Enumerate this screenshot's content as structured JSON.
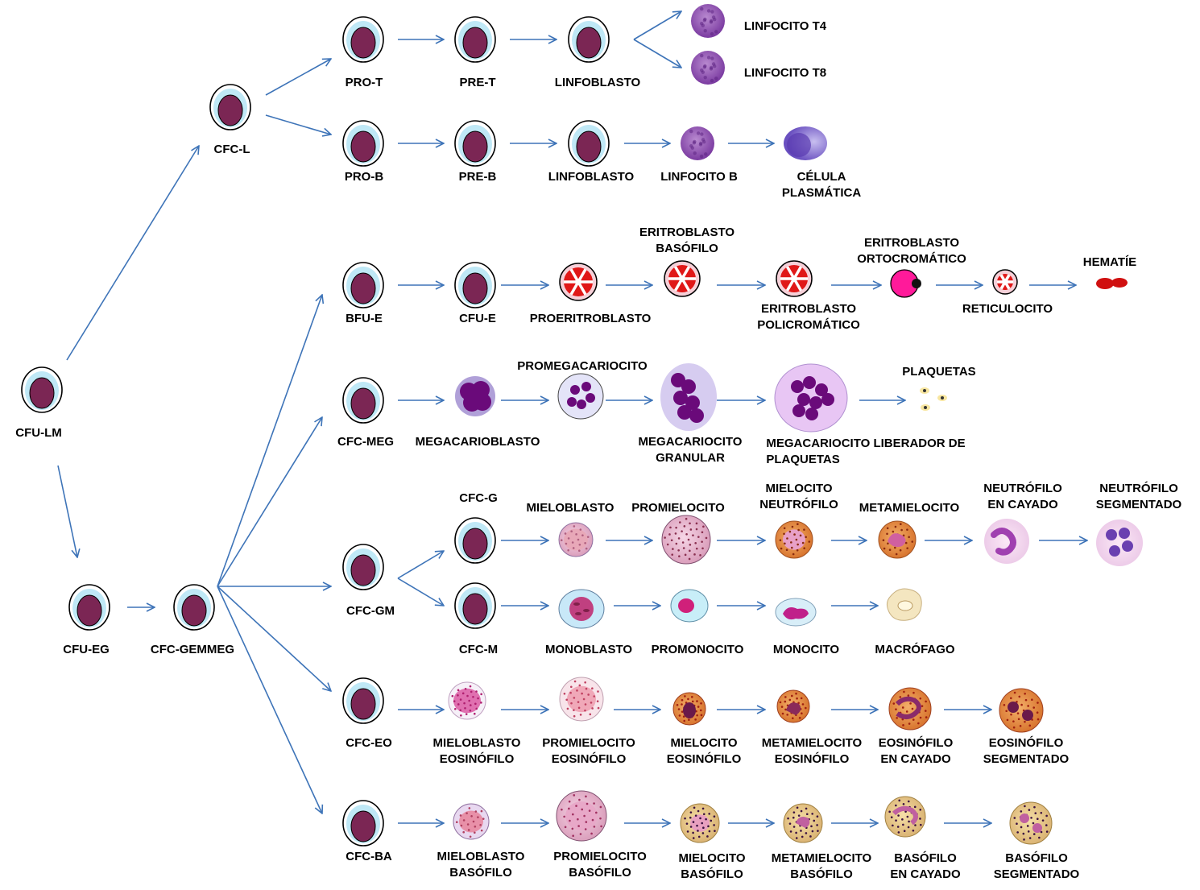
{
  "colors": {
    "arrow": "#3e74b8",
    "stem_outline": "#000000",
    "stem_halo": "#bfe8f6",
    "stem_nucleus": "#7b2654",
    "erythro_red": "#e01818",
    "hematie": "#d01010",
    "mega_purple": "#6a0a7a"
  },
  "nodes": {
    "cfu_lm": "CFU-LM",
    "cfc_l": "CFC-L",
    "cfu_eg": "CFU-EG",
    "cfc_gemmeg": "CFC-GEMMEG",
    "pro_t": "PRO-T",
    "pre_t": "PRE-T",
    "linfoblasto_t": "LINFOBLASTO",
    "linfocito_t4": "LINFOCITO T4",
    "linfocito_t8": "LINFOCITO T8",
    "pro_b": "PRO-B",
    "pre_b": "PRE-B",
    "linfoblasto_b": "LINFOBLASTO",
    "linfocito_b": "LINFOCITO B",
    "celula_plasmatica": [
      "CÉLULA",
      "PLASMÁTICA"
    ],
    "bfu_e": "BFU-E",
    "cfu_e": "CFU-E",
    "proeritroblasto": "PROERITROBLASTO",
    "eritroblasto_basofilo": [
      "ERITROBLASTO",
      "BASÓFILO"
    ],
    "eritroblasto_policromatico": [
      "ERITROBLASTO",
      "POLICROMÁTICO"
    ],
    "eritroblasto_ortocromatico": [
      "ERITROBLASTO",
      "ORTOCROMÁTICO"
    ],
    "reticulocito": "RETICULOCITO",
    "hematie": "HEMATÍE",
    "cfc_meg": "CFC-MEG",
    "megacarioblasto": "MEGACARIOBLASTO",
    "promegacariocito": "PROMEGACARIOCITO",
    "megacariocito_granular": [
      "MEGACARIOCITO",
      "GRANULAR"
    ],
    "megacariocito_liberador": [
      "MEGACARIOCITO LIBERADOR DE",
      "PLAQUETAS"
    ],
    "plaquetas": "PLAQUETAS",
    "cfc_g": "CFC-G",
    "cfc_gm": "CFC-GM",
    "cfc_m": "CFC-M",
    "mieloblasto": "MIELOBLASTO",
    "promielocito": "PROMIELOCITO",
    "mielocito_neutrofilo": [
      "MIELOCITO",
      "NEUTRÓFILO"
    ],
    "metamielocito": "METAMIELOCITO",
    "neutrofilo_cayado": [
      "NEUTRÓFILO",
      "EN CAYADO"
    ],
    "neutrofilo_segmentado": [
      "NEUTRÓFILO",
      "SEGMENTADO"
    ],
    "monoblasto": "MONOBLASTO",
    "promonocito": "PROMONOCITO",
    "monocito": "MONOCITO",
    "macrofago": "MACRÓFAGO",
    "cfc_eo": "CFC-EO",
    "mieloblasto_eo": [
      "MIELOBLASTO",
      "EOSINÓFILO"
    ],
    "promielocito_eo": [
      "PROMIELOCITO",
      "EOSINÓFILO"
    ],
    "mielocito_eo": [
      "MIELOCITO",
      "EOSINÓFILO"
    ],
    "metamielocito_eo": [
      "METAMIELOCITO",
      "EOSINÓFILO"
    ],
    "eosinofilo_cayado": [
      "EOSINÓFILO",
      "EN CAYADO"
    ],
    "eosinofilo_segmentado": [
      "EOSINÓFILO",
      "SEGMENTADO"
    ],
    "cfc_ba": "CFC-BA",
    "mieloblasto_ba": [
      "MIELOBLASTO",
      "BASÓFILO"
    ],
    "promielocito_ba": [
      "PROMIELOCITO",
      "BASÓFILO"
    ],
    "mielocito_ba": [
      "MIELOCITO",
      "BASÓFILO"
    ],
    "metamielocito_ba": [
      "METAMIELOCITO",
      "BASÓFILO"
    ],
    "basofilo_cayado": [
      "BASÓFILO",
      "EN CAYADO"
    ],
    "basofilo_segmentado": [
      "BASÓFILO",
      "SEGMENTADO"
    ]
  }
}
